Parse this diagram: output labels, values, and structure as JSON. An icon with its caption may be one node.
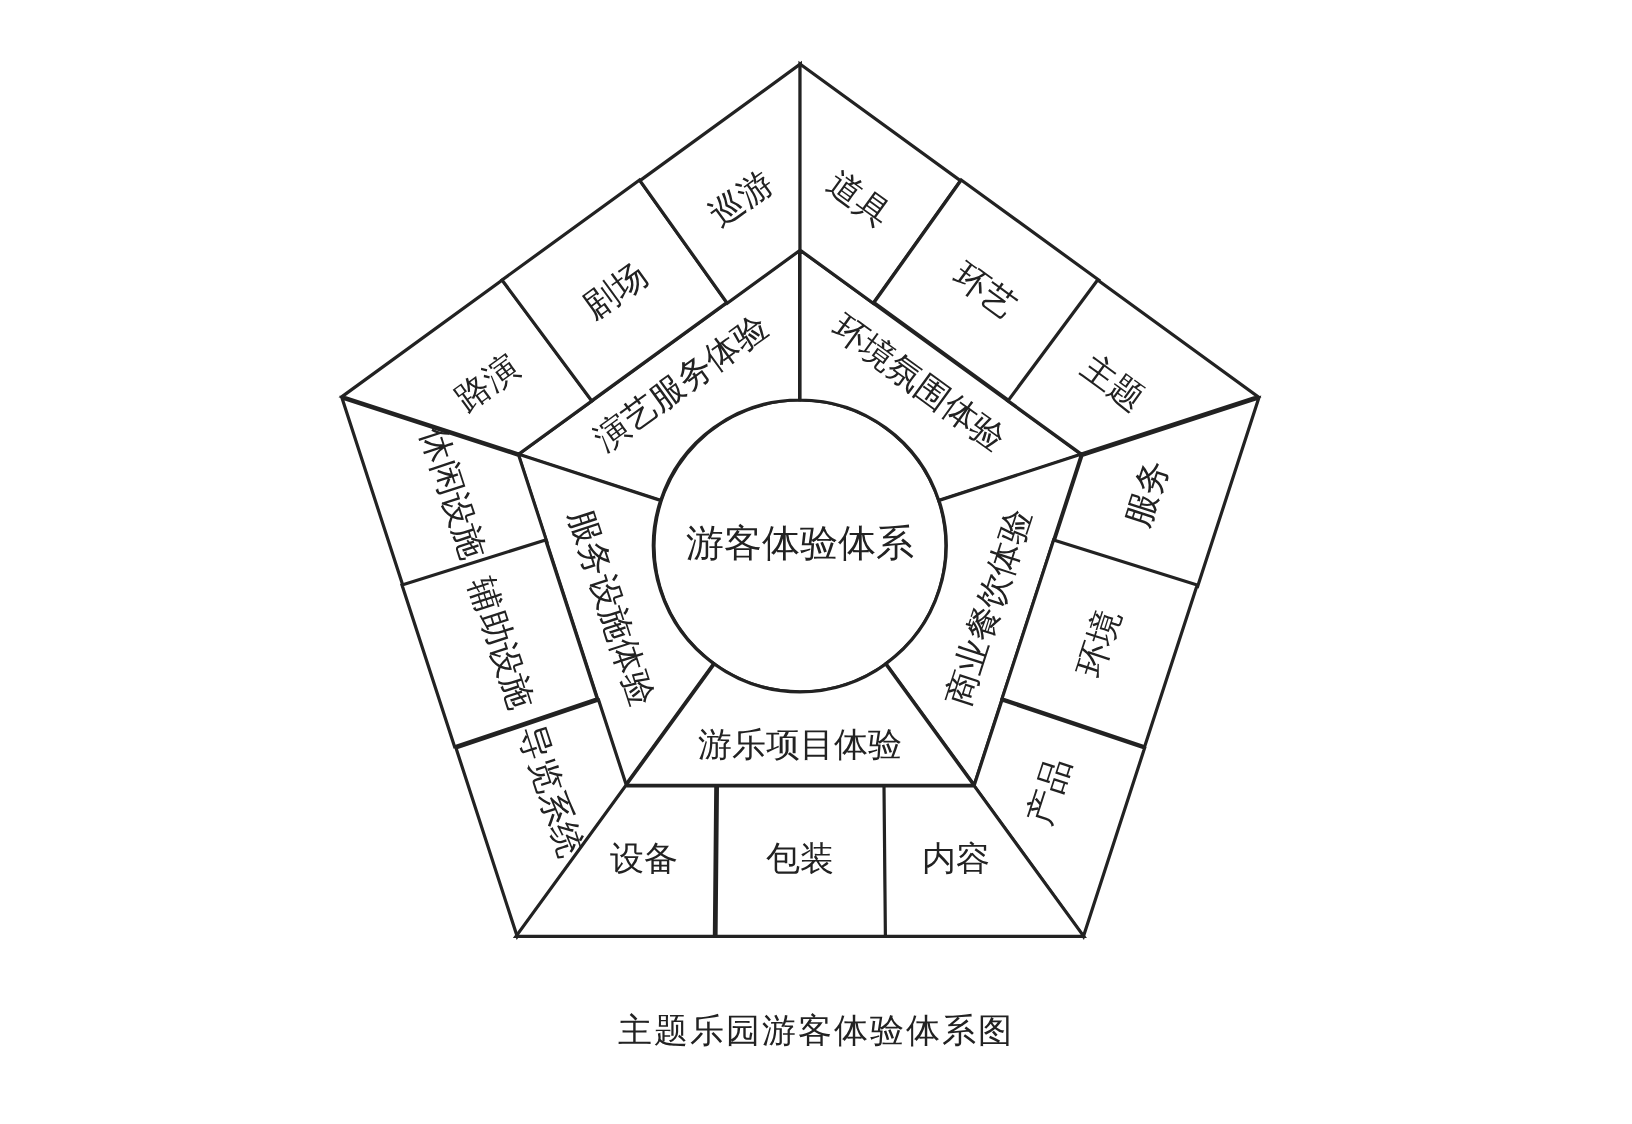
{
  "diagram": {
    "caption": "主题乐园游客体验体系图",
    "nodes": [
      {
        "text": [
          "游客体验体系"
        ]
      },
      {
        "text": [
          "演艺服务体验"
        ]
      },
      {
        "text": [
          "环境氛围体验"
        ]
      },
      {
        "text": [
          "服务设施体验"
        ]
      },
      {
        "text": [
          "商业餐饮体验"
        ]
      },
      {
        "text": [
          "游乐项目体验"
        ]
      },
      {
        "text": [
          "路演"
        ]
      },
      {
        "text": [
          "剧场"
        ]
      },
      {
        "text": [
          "巡游"
        ]
      },
      {
        "text": [
          "道具"
        ]
      },
      {
        "text": [
          "环艺"
        ]
      },
      {
        "text": [
          "主题"
        ]
      },
      {
        "text": [
          "休闲设施"
        ]
      },
      {
        "text": [
          "服务"
        ]
      },
      {
        "text": [
          "辅助设施"
        ]
      },
      {
        "text": [
          "环境"
        ]
      },
      {
        "text": [
          "导览系统"
        ]
      },
      {
        "text": [
          "产品"
        ]
      },
      {
        "text": [
          "设备"
        ]
      },
      {
        "text": [
          "包装"
        ]
      },
      {
        "text": [
          "内容"
        ]
      }
    ],
    "edges": []
  }
}
